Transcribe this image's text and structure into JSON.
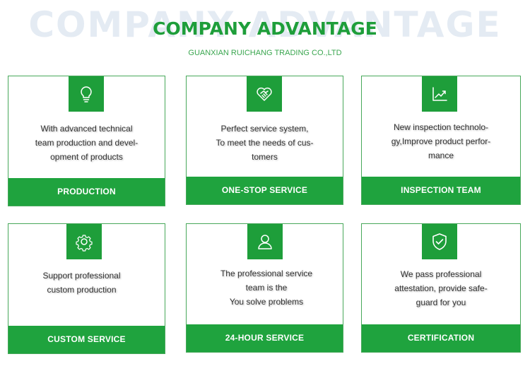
{
  "header": {
    "watermark": "COMPANY ADVANTAGE",
    "title": "COMPANY ADVANTAGE",
    "subtitle": "GUANXIAN RUICHANG TRADING CO.,LTD"
  },
  "colors": {
    "brand_green": "#1fa33e",
    "title_green": "#1e9e3a",
    "watermark": "#e4ebf3"
  },
  "cards": [
    {
      "icon": "lightbulb-icon",
      "lines": [
        "With advanced technical",
        "team production and devel-",
        "opment of products"
      ],
      "label": "PRODUCTION"
    },
    {
      "icon": "handshake-icon",
      "lines": [
        "Perfect service system,",
        "To meet the needs of cus-",
        "tomers"
      ],
      "label": "ONE-STOP SERVICE"
    },
    {
      "icon": "trend-chart-icon",
      "lines": [
        "New inspection technolo-",
        "gy,Improve product perfor-",
        "mance"
      ],
      "label": "INSPECTION TEAM"
    },
    {
      "icon": "gear-icon",
      "lines": [
        "Support professional",
        "custom production"
      ],
      "label": "CUSTOM SERVICE"
    },
    {
      "icon": "user-icon",
      "lines": [
        "The professional service",
        "team is the",
        "You solve problems"
      ],
      "label": "24-HOUR SERVICE"
    },
    {
      "icon": "shield-check-icon",
      "lines": [
        "We pass professional",
        "attestation, provide safe-",
        "guard for you"
      ],
      "label": "CERTIFICATION"
    }
  ]
}
